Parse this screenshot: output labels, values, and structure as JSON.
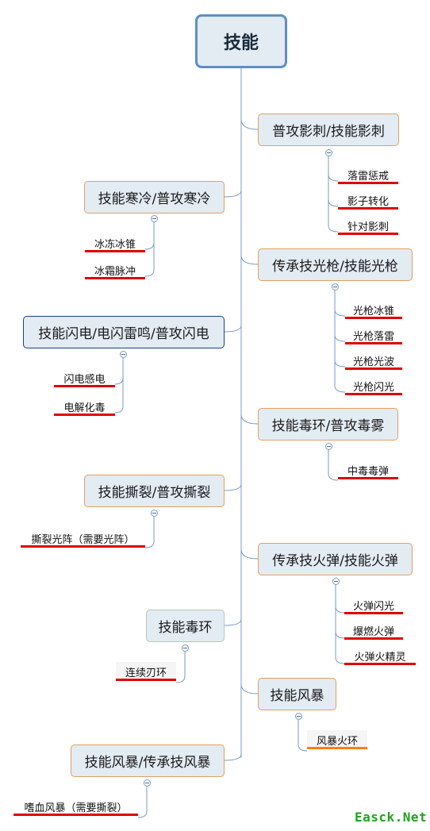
{
  "root": {
    "label": "技能"
  },
  "branches": [
    {
      "label": "普攻影刺/技能影刺",
      "children": [
        "落雷惩戒",
        "影子转化",
        "针对影刺"
      ]
    },
    {
      "label": "技能寒冷/普攻寒冷",
      "children": [
        "冰冻冰锥",
        "冰霜脉冲"
      ]
    },
    {
      "label": "传承技光枪/技能光枪",
      "children": [
        "光枪冰锥",
        "光枪落雷",
        "光枪光波",
        "光枪闪光"
      ]
    },
    {
      "label": "技能闪电/电闪雷鸣/普攻闪电",
      "children": [
        "闪电感电",
        "电解化毒"
      ]
    },
    {
      "label": "技能毒环/普攻毒雾",
      "children": [
        "中毒毒弹"
      ]
    },
    {
      "label": "技能撕裂/普攻撕裂",
      "children": [
        "撕裂光阵（需要光阵）"
      ]
    },
    {
      "label": "传承技火弹/技能火弹",
      "children": [
        "火弹闪光",
        "爆燃火弹",
        "火弹火精灵"
      ]
    },
    {
      "label": "技能毒环",
      "children": [
        "连续刃环"
      ]
    },
    {
      "label": "技能风暴",
      "children": [
        "风暴火环"
      ]
    },
    {
      "label": "技能风暴/传承技风暴",
      "children": [
        "嗜血风暴（需要撕裂）"
      ]
    }
  ],
  "watermark": "Easck.Net",
  "colors": {
    "node_fill": "#e3ebf3",
    "node_border": "#e0a060",
    "root_border": "#5e8fc4",
    "underline": "#e00000",
    "connector": "#7a9ac4"
  }
}
